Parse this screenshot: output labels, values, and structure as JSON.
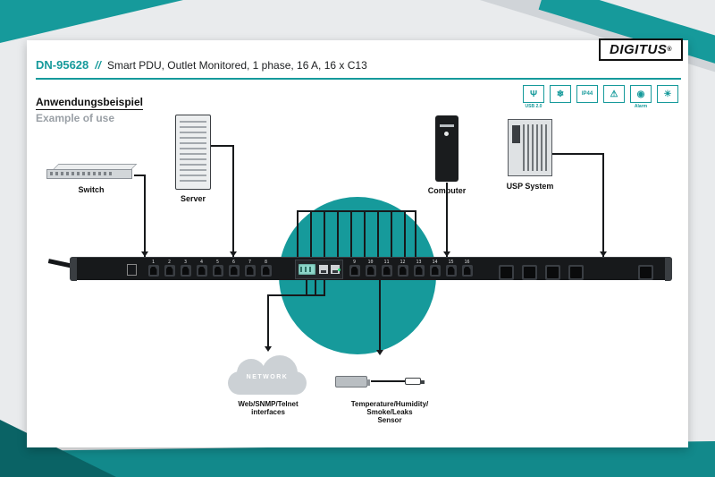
{
  "brand": {
    "name": "DIGITUS",
    "registered": "®"
  },
  "header": {
    "model": "DN-95628",
    "separator": "//",
    "title": "Smart PDU, Outlet Monitored, 1 phase, 16 A, 16 x C13"
  },
  "feature_badges": [
    {
      "name": "usb-badge",
      "glyph": "Ψ",
      "label": "USB 2.0"
    },
    {
      "name": "cooling-badge",
      "glyph": "❄",
      "label": ""
    },
    {
      "name": "ip44-badge",
      "glyph": "IP44",
      "label": ""
    },
    {
      "name": "warning-badge",
      "glyph": "⚠",
      "label": ""
    },
    {
      "name": "alarm-badge",
      "glyph": "◉",
      "label": "Alarm"
    },
    {
      "name": "climate-badge",
      "glyph": "☀",
      "label": ""
    }
  ],
  "section": {
    "title": "Anwendungsbeispiel",
    "subtitle": "Example of use"
  },
  "devices": {
    "switch_label": "Switch",
    "server_label": "Server",
    "computer_label": "Computer",
    "ups_label": "USP System"
  },
  "cloud_label": "NETWORK",
  "captions": {
    "network_line1": "Web/SNMP/Telnet",
    "network_line2": "interfaces",
    "sensor_line1": "Temperature/Humidity/",
    "sensor_line2": "Smoke/Leaks",
    "sensor_line3": "Sensor"
  },
  "pdu": {
    "c13_left_numbers": [
      "1",
      "2",
      "3",
      "4",
      "5",
      "6",
      "7",
      "8"
    ],
    "c13_right_numbers": [
      "9",
      "10",
      "11",
      "12",
      "13",
      "14",
      "15",
      "16"
    ],
    "c19_group_count": 4,
    "c19_end_count": 1
  },
  "colors": {
    "teal": "#169a9b",
    "teal_dark": "#0a6365",
    "band": "#12898b",
    "ink": "#1c1e20",
    "muted": "#9aa0a6"
  }
}
